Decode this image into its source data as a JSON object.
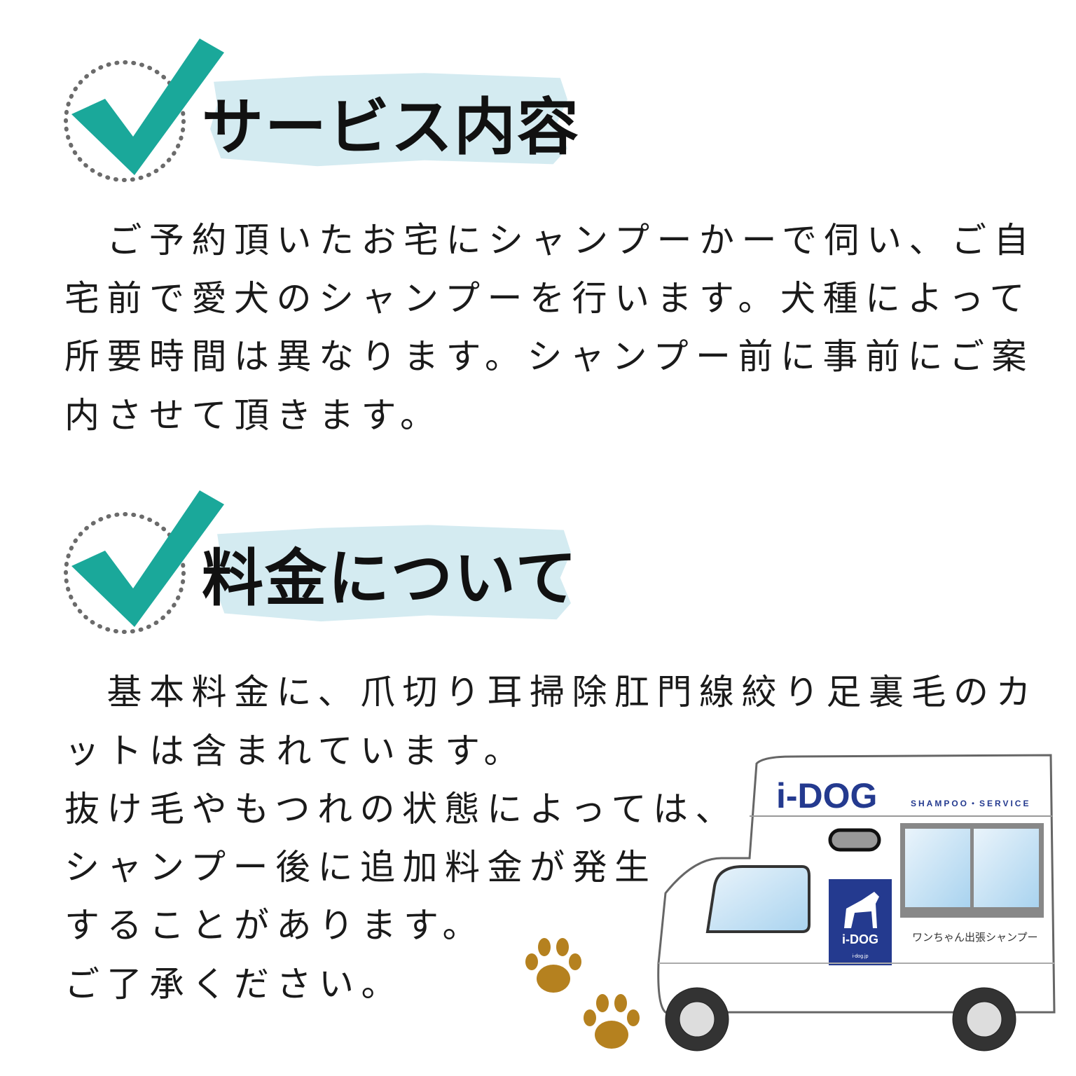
{
  "section1": {
    "heading": "サービス内容",
    "lines": [
      "　ご予約頂いたお宅にシャンプーかーで伺い、ご自",
      "宅前で愛犬のシャンプーを行います。犬種によって",
      "所要時間は異なります。シャンプー前に事前にご案",
      "内させて頂きます。"
    ]
  },
  "section2": {
    "heading": "料金について",
    "lines": [
      "　基本料金に、爪切り耳掃除肛門線絞り足裏毛のカ",
      "ットは含まれています。",
      "抜け毛やもつれの状態によっては、",
      "シャンプー後に追加料金が発生",
      "することがあります。",
      "ご了承ください。"
    ]
  },
  "truck": {
    "logo": "i-DOG",
    "tagline": "SHAMPOO・SERVICE",
    "side_text": "ワンちゃん出張シャンプー",
    "panel_logo": "i-DOG",
    "panel_url": "i-dog.jp"
  },
  "colors": {
    "accent": "#1aa89a",
    "brush": "#cfe9ef",
    "paw": "#b5811f",
    "brand": "#243a8f",
    "brand_red": "#d8252b"
  }
}
